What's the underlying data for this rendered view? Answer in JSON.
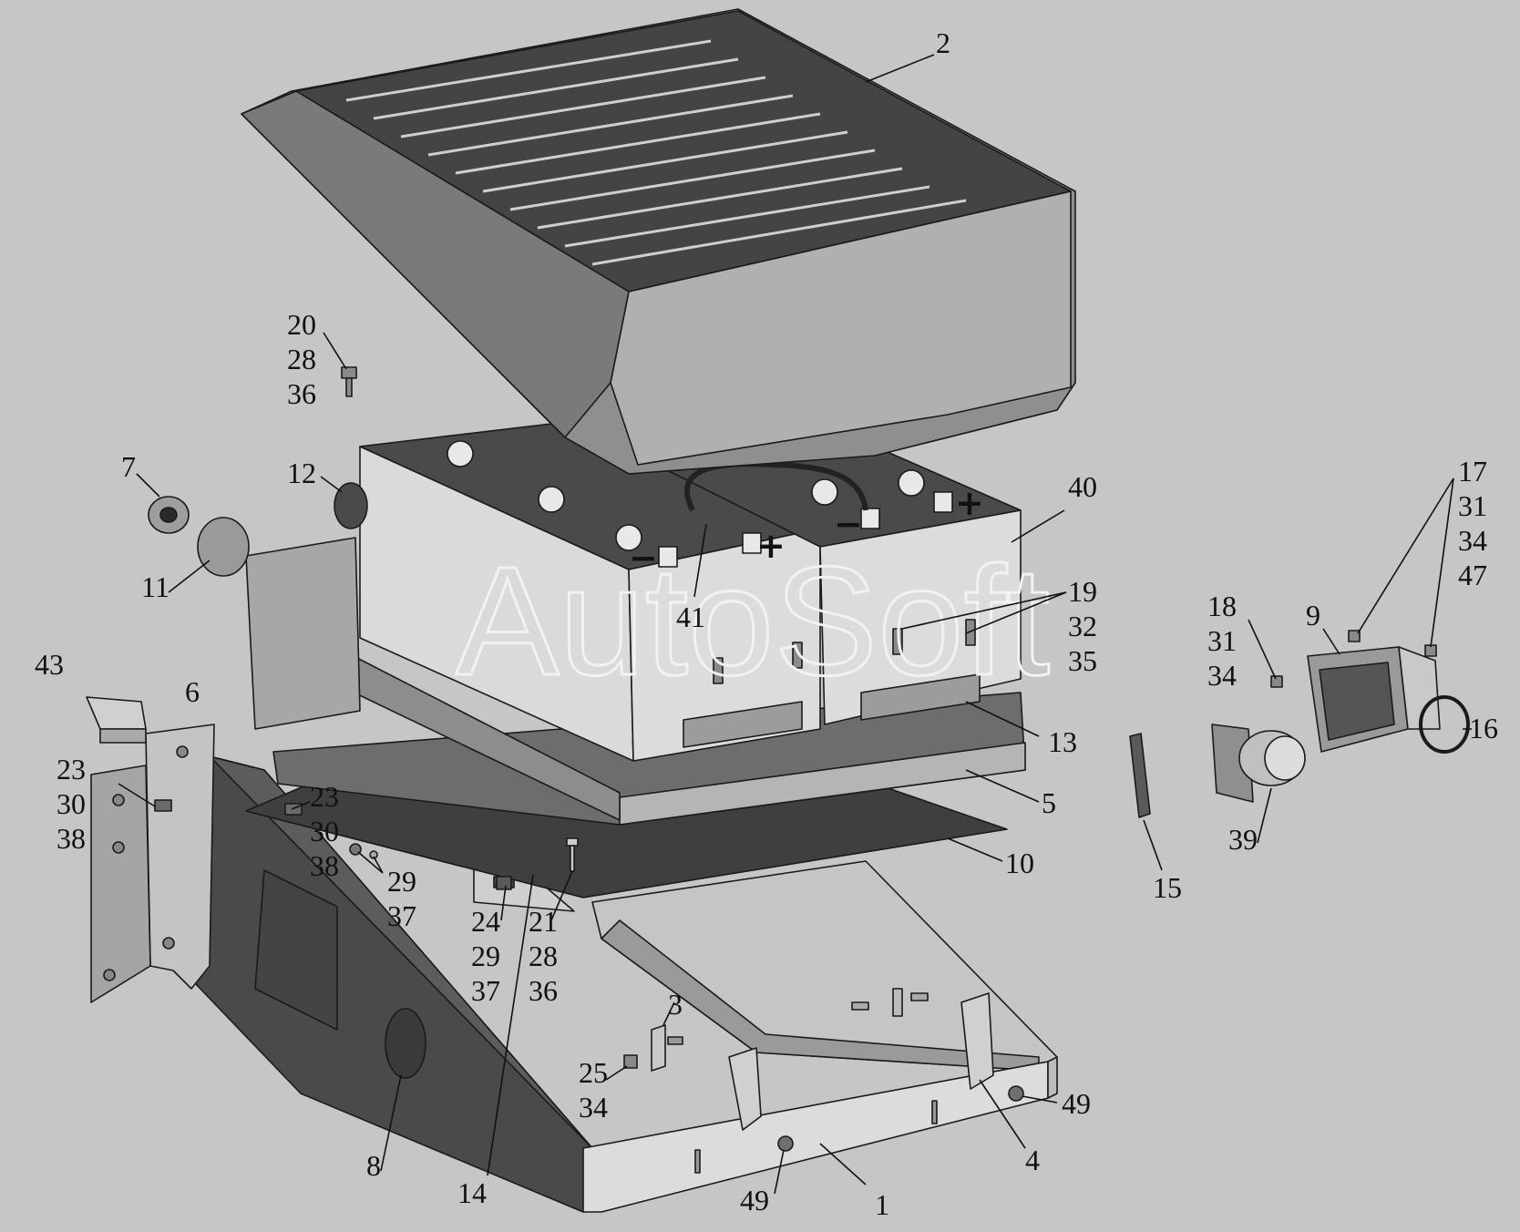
{
  "watermark": "AutoSoft",
  "terminals": {
    "minus": "−",
    "plus": "+"
  },
  "colors": {
    "background": "#c6c6c6",
    "part_light": "#d8d8d8",
    "part_mid": "#a9a9a9",
    "part_dark": "#4a4a4a",
    "line": "#1a1a1a"
  },
  "callouts": [
    {
      "id": "c2",
      "lines": [
        "2"
      ]
    },
    {
      "id": "c20",
      "lines": [
        "20",
        "28",
        "36"
      ]
    },
    {
      "id": "c7",
      "lines": [
        "7"
      ]
    },
    {
      "id": "c12",
      "lines": [
        "12"
      ]
    },
    {
      "id": "c11",
      "lines": [
        "11"
      ]
    },
    {
      "id": "c40",
      "lines": [
        "40"
      ]
    },
    {
      "id": "c41",
      "lines": [
        "41"
      ]
    },
    {
      "id": "c19",
      "lines": [
        "19",
        "32",
        "35"
      ]
    },
    {
      "id": "c17",
      "lines": [
        "17",
        "31",
        "34",
        "47"
      ]
    },
    {
      "id": "c18",
      "lines": [
        "18",
        "31",
        "34"
      ]
    },
    {
      "id": "c9",
      "lines": [
        "9"
      ]
    },
    {
      "id": "c16",
      "lines": [
        "16"
      ]
    },
    {
      "id": "c43",
      "lines": [
        "43"
      ]
    },
    {
      "id": "c6",
      "lines": [
        "6"
      ]
    },
    {
      "id": "c13",
      "lines": [
        "13"
      ]
    },
    {
      "id": "c23a",
      "lines": [
        "23",
        "30",
        "38"
      ]
    },
    {
      "id": "c23b",
      "lines": [
        "23",
        "30",
        "38"
      ]
    },
    {
      "id": "c5",
      "lines": [
        "5"
      ]
    },
    {
      "id": "c29",
      "lines": [
        "29",
        "37"
      ]
    },
    {
      "id": "c10",
      "lines": [
        "10"
      ]
    },
    {
      "id": "c39",
      "lines": [
        "39"
      ]
    },
    {
      "id": "c15",
      "lines": [
        "15"
      ]
    },
    {
      "id": "c24",
      "lines": [
        "24",
        "29",
        "37"
      ]
    },
    {
      "id": "c21",
      "lines": [
        "21",
        "28",
        "36"
      ]
    },
    {
      "id": "c3",
      "lines": [
        "3"
      ]
    },
    {
      "id": "c25",
      "lines": [
        "25",
        "34"
      ]
    },
    {
      "id": "c49a",
      "lines": [
        "49"
      ]
    },
    {
      "id": "c8",
      "lines": [
        "8"
      ]
    },
    {
      "id": "c14",
      "lines": [
        "14"
      ]
    },
    {
      "id": "c4",
      "lines": [
        "4"
      ]
    },
    {
      "id": "c49b",
      "lines": [
        "49"
      ]
    },
    {
      "id": "c1",
      "lines": [
        "1"
      ]
    }
  ]
}
